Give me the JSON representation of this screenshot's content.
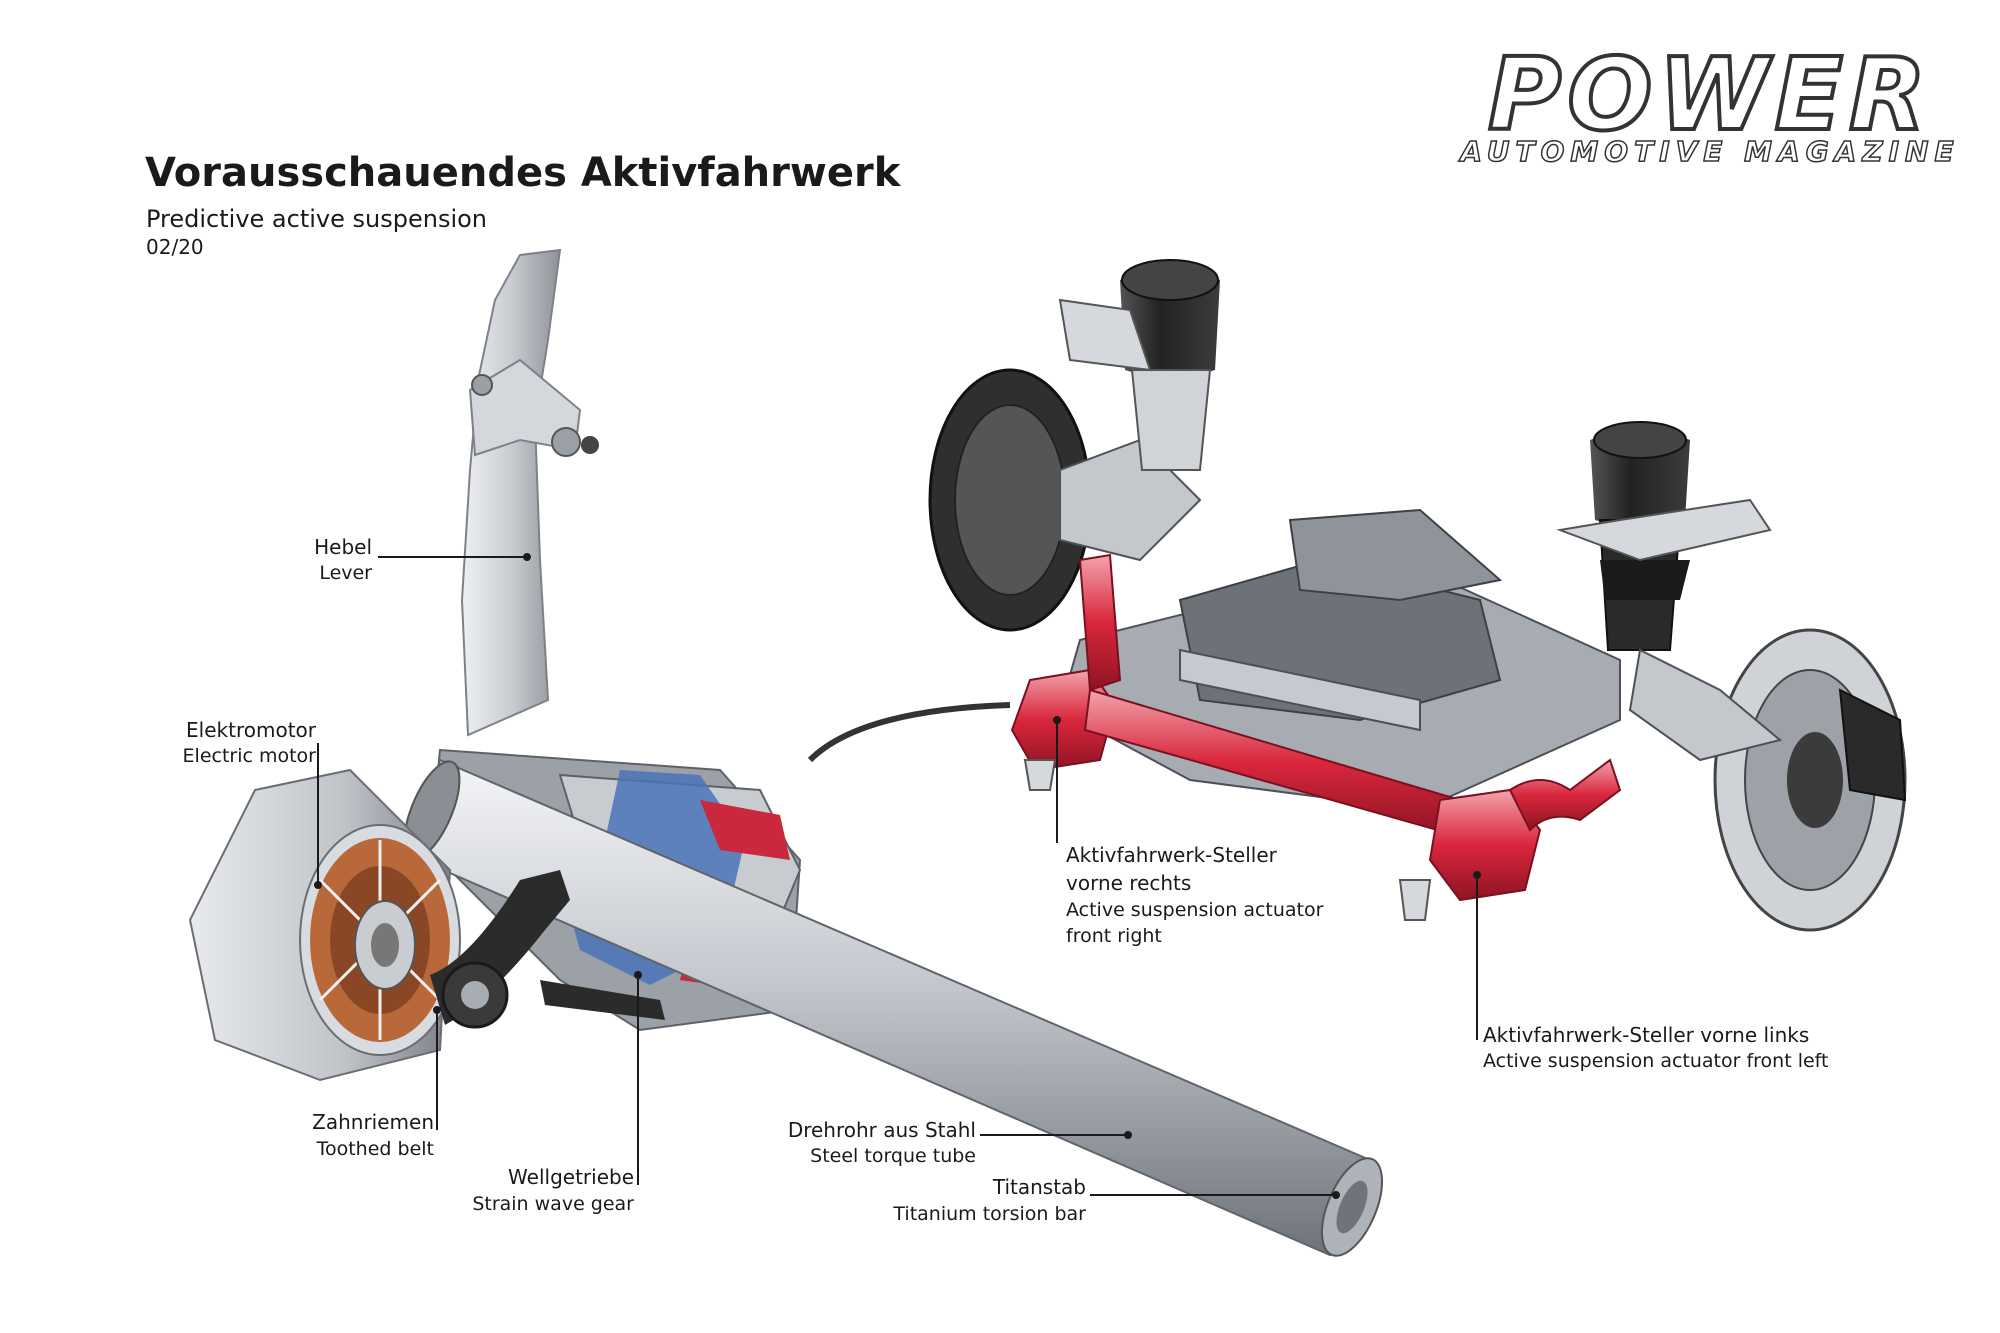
{
  "header": {
    "title": "Vorausschauendes Aktivfahrwerk",
    "subtitle": "Predictive active suspension",
    "date": "02/20"
  },
  "logo": {
    "main": "POWER",
    "sub": "AUTOMOTIVE MAGAZINE"
  },
  "labels": {
    "lever": {
      "de": "Hebel",
      "en": "Lever"
    },
    "motor": {
      "de": "Elektromotor",
      "en": "Electric motor"
    },
    "belt": {
      "de": "Zahnriemen",
      "en": "Toothed belt"
    },
    "gear": {
      "de": "Wellgetriebe",
      "en": "Strain wave gear"
    },
    "tube": {
      "de": "Drehrohr aus Stahl",
      "en": "Steel torque tube"
    },
    "bar": {
      "de": "Titanstab",
      "en": "Titanium torsion bar"
    },
    "actuator_right": {
      "de_1": "Aktivfahrwerk-Steller",
      "de_2": "vorne rechts",
      "en_1": "Active suspension actuator",
      "en_2": "front right"
    },
    "actuator_left": {
      "de": "Aktivfahrwerk-Steller vorne links",
      "en": "Active suspension actuator front left"
    }
  },
  "colors": {
    "actuator": "#d9263c",
    "metal": "#b8bcc2",
    "copper": "#b9683a",
    "dark": "#2b2b2b"
  }
}
